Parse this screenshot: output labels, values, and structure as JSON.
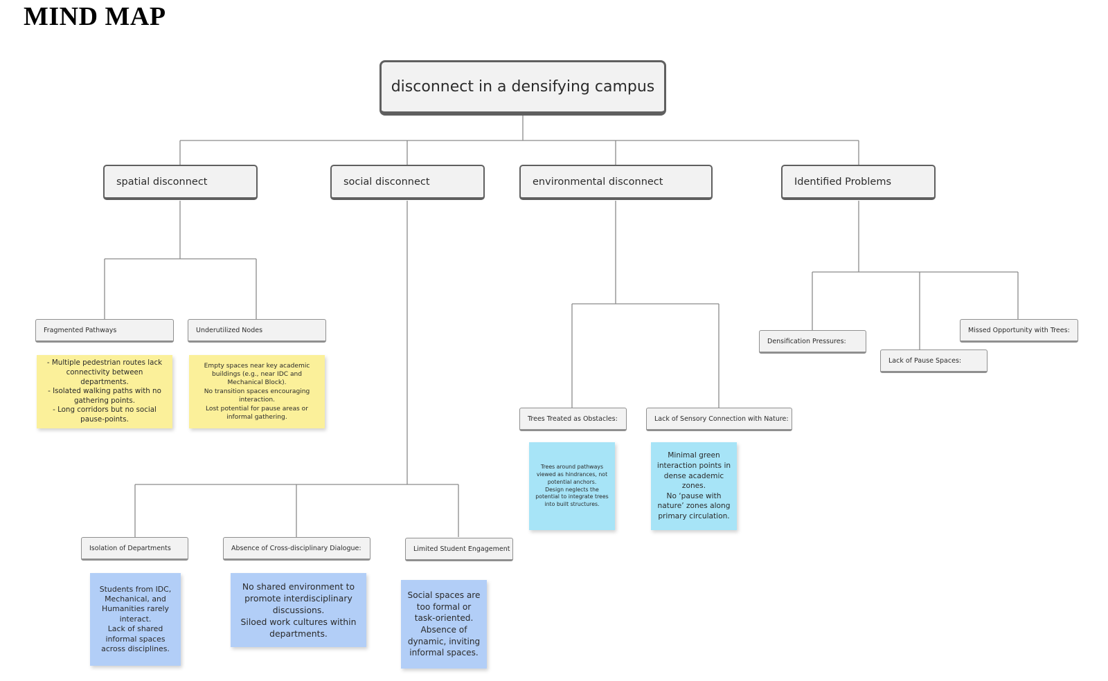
{
  "title": "MIND MAP",
  "root": "disconnect in a densifying campus",
  "branches": {
    "spatial": "spatial disconnect",
    "social": "social disconnect",
    "environmental": "environmental disconnect",
    "problems": "Identified Problems"
  },
  "subtopics": {
    "fragmented": "Fragmented Pathways",
    "underutilized": "Underutilized Nodes",
    "isolation": "Isolation of Departments",
    "absence": "Absence of Cross-disciplinary Dialogue:",
    "limited": "Limited Student Engagement",
    "trees_obstacles": "Trees Treated as Obstacles:",
    "sensory": "Lack of Sensory Connection with Nature:",
    "densification": "Densification Pressures:",
    "pause": "Lack of Pause Spaces:",
    "missed": "Missed Opportunity with Trees:"
  },
  "notes": {
    "fragmented": "- Multiple pedestrian routes lack connectivity between departments.\n- Isolated walking paths with no gathering points.\n- Long corridors but no social pause-points.",
    "underutilized": "Empty spaces near key academic buildings (e.g., near IDC and Mechanical Block).\nNo transition spaces encouraging interaction.\nLost potential for pause areas or informal gathering.",
    "trees_obstacles": "Trees around pathways viewed as hindrances, not potential anchors.\nDesign neglects the potential to integrate trees into built structures.",
    "sensory": "Minimal green interaction points in dense academic zones.\nNo ‘pause with nature’ zones along primary circulation.",
    "isolation": "Students from IDC, Mechanical, and Humanities rarely interact.\nLack of shared informal spaces across disciplines.",
    "absence": "No shared environment to promote interdisciplinary discussions.\nSiloed work cultures within departments.",
    "limited": "Social spaces are too formal or task-oriented.\nAbsence of dynamic, inviting informal spaces."
  },
  "colors": {
    "yellow_note": "#fbf09a",
    "cyan_note": "#a7e4f7",
    "blue_note": "#b2cef7",
    "connector": "#8a8a8a"
  }
}
